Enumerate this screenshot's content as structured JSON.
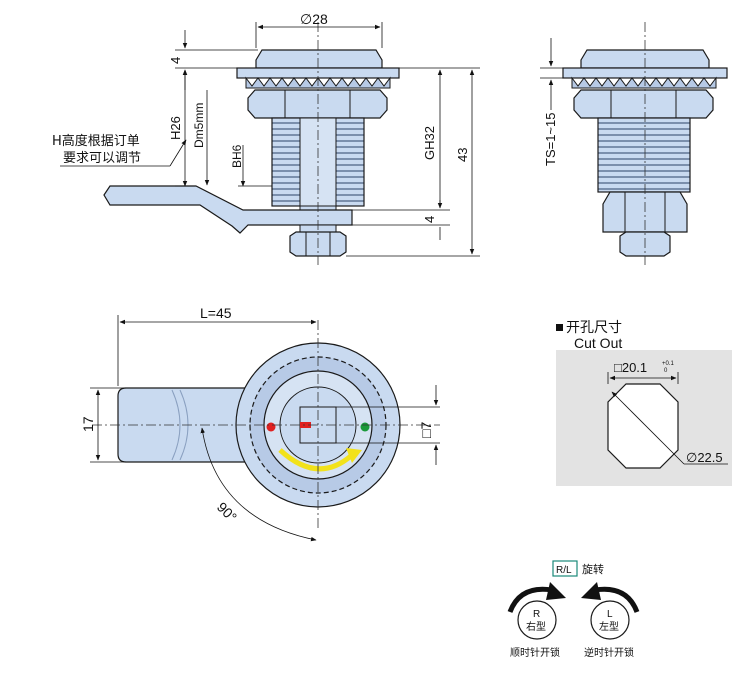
{
  "side_view": {
    "diameter": "∅28",
    "dim_top": "4",
    "dim_h": "H26",
    "dim_dm": "Dm5mm",
    "dim_bh": "BH6",
    "dim_gh": "GH32",
    "dim_total": "43",
    "dim_bottom": "4",
    "note_line1": "H高度根据订单",
    "note_line2": "要求可以调节"
  },
  "end_view": {
    "ts": "TS=1~15"
  },
  "front_view": {
    "length": "L=45",
    "height": "17",
    "square": "□7",
    "angle": "90°"
  },
  "cutout": {
    "title_cn": "开孔尺寸",
    "title_en": "Cut Out",
    "size": "□20.1",
    "tol_upper": "+0.1",
    "tol_lower": "0",
    "diameter": "∅22.5"
  },
  "rotation": {
    "tag": "R/L",
    "label": "旋转",
    "right_letter": "R",
    "right_type": "右型",
    "right_caption": "顺时针开锁",
    "left_letter": "L",
    "left_type": "左型",
    "left_caption": "逆时针开锁"
  },
  "colors": {
    "metal": "#c9daf0",
    "metal_dark": "#9fb6d6",
    "outline": "#1a1a1a",
    "cutout_bg": "#e3e3e3",
    "red_dot": "#e02020",
    "green_dot": "#1a9a3a",
    "arrow": "#f2e21b",
    "tag_border": "#1a8a7a"
  }
}
